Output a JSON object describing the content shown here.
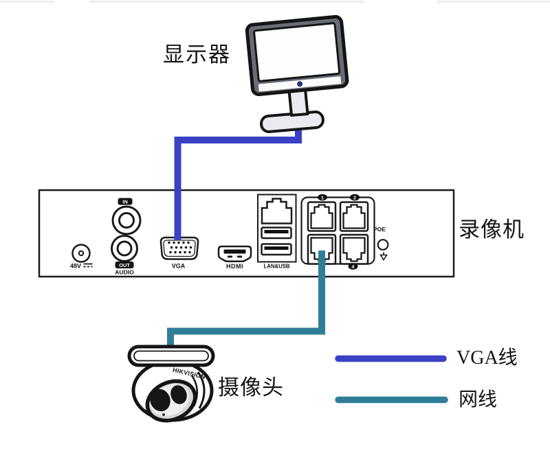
{
  "diagram": {
    "device_labels": {
      "monitor": "显示器",
      "recorder": "录像机",
      "camera": "摄像头"
    },
    "camera_brand": "HIKVISION",
    "recorder_ports": {
      "power_label": "48V",
      "audio_in_badge": "IN",
      "audio_out_badge": "OUT",
      "audio_label": "AUDIO",
      "vga_label": "VGA",
      "hdmi_label": "HDMI",
      "lan_usb_label": "LAN&USB",
      "poe_label": "POE",
      "poe_port_numbers": [
        "1",
        "2",
        "4"
      ]
    },
    "legend": {
      "vga": {
        "label": "VGA线",
        "color": "#3b41c5"
      },
      "network": {
        "label": "网线",
        "color": "#2f7e98"
      }
    },
    "colors": {
      "vga_cable": "#3b41c5",
      "network_cable": "#2f7e98",
      "outline": "#1a1a1a"
    }
  }
}
